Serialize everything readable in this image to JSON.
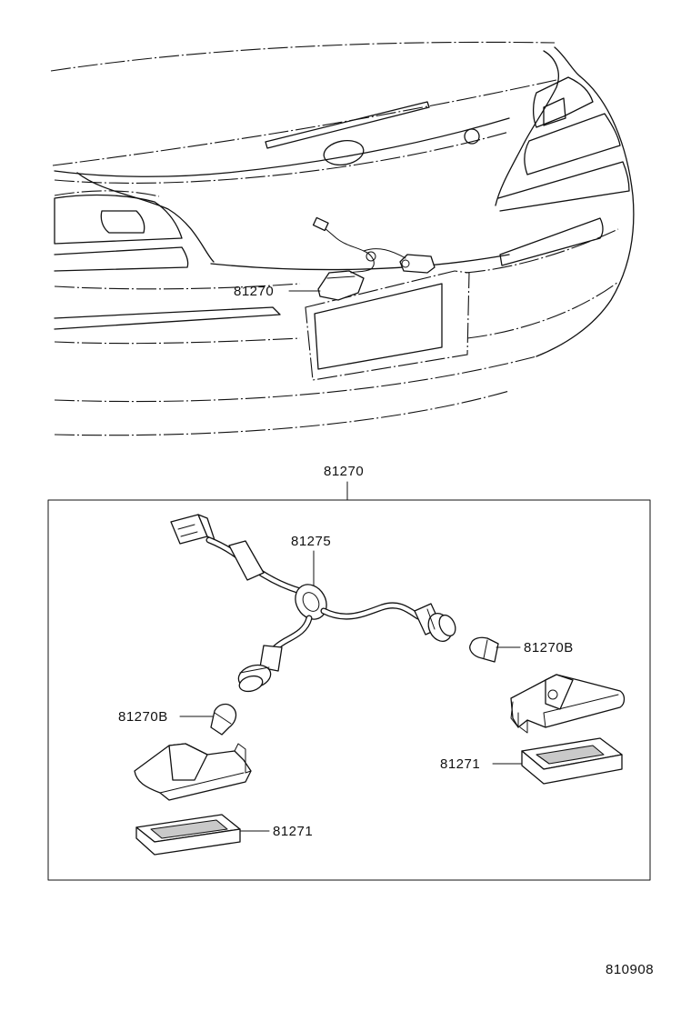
{
  "diagram": {
    "figure_number": "810908",
    "assembly_label": "81270",
    "callouts": {
      "car_lamp": "81270",
      "harness": "81275",
      "bulb_right": "81270B",
      "bulb_left": "81270B",
      "lens_right": "81271",
      "lens_left": "81271"
    }
  }
}
